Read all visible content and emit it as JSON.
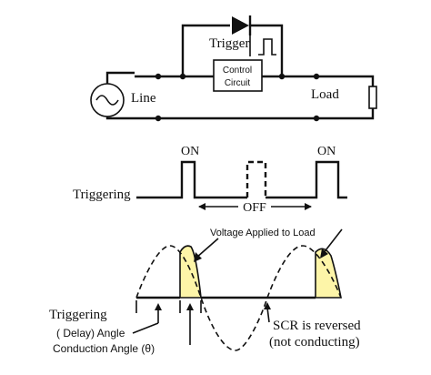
{
  "circuit": {
    "trigger_label": "Trigger",
    "control_box_line1": "Control",
    "control_box_line2": "Circuit",
    "line_label": "Line",
    "load_label": "Load"
  },
  "trigger_timing": {
    "on_label_left": "ON",
    "on_label_right": "ON",
    "off_label": "OFF",
    "triggering_label": "Triggering"
  },
  "waveform": {
    "voltage_applied_label": "Voltage Applied to Load",
    "triggering_label": "Triggering",
    "delay_angle_label": "( Delay) Angle",
    "conduction_angle_label": "Conduction Angle (θ)",
    "scr_reversed_label": "SCR is reversed",
    "not_conducting_label": "(not conducting)",
    "fill_color": "#fdf5a8"
  }
}
